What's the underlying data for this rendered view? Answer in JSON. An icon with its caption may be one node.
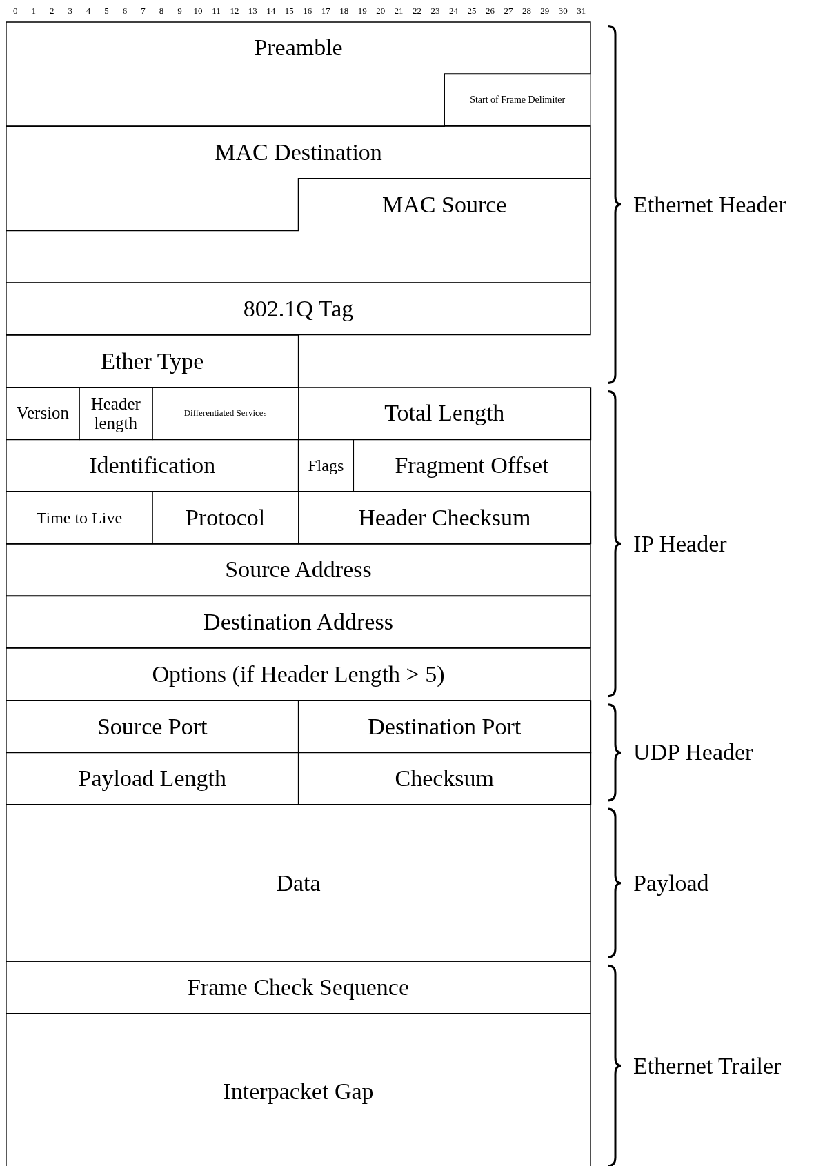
{
  "diagram": {
    "nodes": [
      {
        "text": [
          "Preamble"
        ]
      },
      {
        "text": [
          "Start of Frame Delimiter"
        ]
      },
      {
        "text": [
          "MAC Destination"
        ]
      },
      {
        "text": [
          "MAC Source"
        ]
      },
      {
        "text": [
          "802.1Q Tag"
        ]
      },
      {
        "text": [
          "Ether Type"
        ]
      },
      {
        "text": [
          "Version"
        ]
      },
      {
        "text": [
          "Header length"
        ]
      },
      {
        "text": [
          "Differentiated Services"
        ]
      },
      {
        "text": [
          "Total Length"
        ]
      },
      {
        "text": [
          "Identification"
        ]
      },
      {
        "text": [
          "Flags"
        ]
      },
      {
        "text": [
          "Fragment Offset"
        ]
      },
      {
        "text": [
          "Time to Live"
        ]
      },
      {
        "text": [
          "Protocol"
        ]
      },
      {
        "text": [
          "Header Checksum"
        ]
      },
      {
        "text": [
          "Source Address"
        ]
      },
      {
        "text": [
          "Destination Address"
        ]
      },
      {
        "text": [
          "Options (if Header Length > 5)"
        ]
      },
      {
        "text": [
          "Source Port"
        ]
      },
      {
        "text": [
          "Destination Port"
        ]
      },
      {
        "text": [
          "Payload Length"
        ]
      },
      {
        "text": [
          "Checksum"
        ]
      },
      {
        "text": [
          "Data"
        ]
      },
      {
        "text": [
          "Frame Check Sequence"
        ]
      },
      {
        "text": [
          "Interpacket Gap"
        ]
      }
    ],
    "labels": [
      "0",
      "1",
      "2",
      "3",
      "4",
      "5",
      "6",
      "7",
      "8",
      "9",
      "10",
      "11",
      "12",
      "13",
      "14",
      "15",
      "16",
      "17",
      "18",
      "19",
      "20",
      "21",
      "22",
      "23",
      "24",
      "25",
      "26",
      "27",
      "28",
      "29",
      "30",
      "31",
      "Ethernet Header",
      "IP Header",
      "UDP Header",
      "Payload",
      "Ethernet Trailer"
    ]
  }
}
